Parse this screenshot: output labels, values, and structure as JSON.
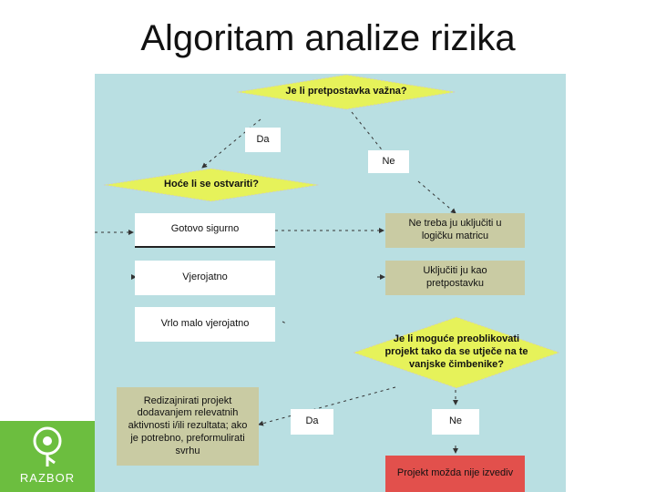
{
  "slide": {
    "title": "Algoritam analize rizika"
  },
  "colors": {
    "panel": "#b9dfe2",
    "diamond": "#e6f25a",
    "olive_box": "#c9cba3",
    "red_box": "#e2504c",
    "logo_bg": "#6cbe3f"
  },
  "flowchart": {
    "q1": "Je li pretpostavka važna?",
    "q1_yes": "Da",
    "q1_no": "Ne",
    "q2": "Hoće li se ostvariti?",
    "opt_certain": "Gotovo sigurno",
    "opt_likely": "Vjerojatno",
    "opt_unlikely": "Vrlo malo vjerojatno",
    "res_exclude": [
      "Ne treba ju uključiti u",
      "logičku matricu"
    ],
    "res_include": [
      "Uključiti ju kao",
      "pretpostavku"
    ],
    "q3": [
      "Je li moguće preoblikovati",
      "projekt tako da se utječe na te",
      "vanjske čimbenike?"
    ],
    "q3_yes": "Da",
    "q3_no": "Ne",
    "redesign": [
      "Redizajnirati projekt",
      "dodavanjem relevatnih",
      "aktivnosti i/ili rezultata; ako",
      "je potrebno, preformulirati",
      "svrhu"
    ],
    "not_feasible": "Projekt možda nije izvediv"
  },
  "logo": {
    "text": "RAZBOR",
    "icon": "razbor-logo-icon"
  }
}
